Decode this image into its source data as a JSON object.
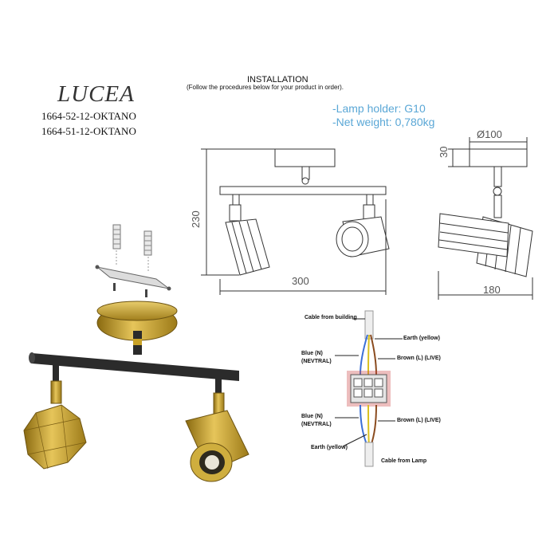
{
  "product": {
    "brand": "LUCEA",
    "models": [
      "1664-52-12-OKTANO",
      "1664-51-12-OKTANO"
    ]
  },
  "installation": {
    "title": "INSTALLATION",
    "subtitle": "(Follow the procedures below for your product in order)."
  },
  "specs": {
    "lamp_holder": "-Lamp holder: G10",
    "net_weight": "-Net weight: 0,780kg"
  },
  "dimensions": {
    "diameter": "100",
    "base_height": "30",
    "height": "230",
    "width": "300",
    "depth": "180"
  },
  "wiring": {
    "cable_from_building": "Cable from building",
    "earth_top": "Earth (yellow)",
    "blue_top": "Blue (N)",
    "neutral_top": "(NEVTRAL)",
    "brown_top": "Brown (L) (LIVE)",
    "blue_bottom": "Blue (N)",
    "neutral_bottom": "(NEVTRAL)",
    "brown_bottom": "Brown (L) (LIVE)",
    "earth_bottom": "Earth (yellow)",
    "cable_from_lamp": "Cable from Lamp"
  },
  "colors": {
    "spec_text": "#5aa7d6",
    "gold": "#c9a227",
    "black_bar": "#2b2b2b"
  }
}
